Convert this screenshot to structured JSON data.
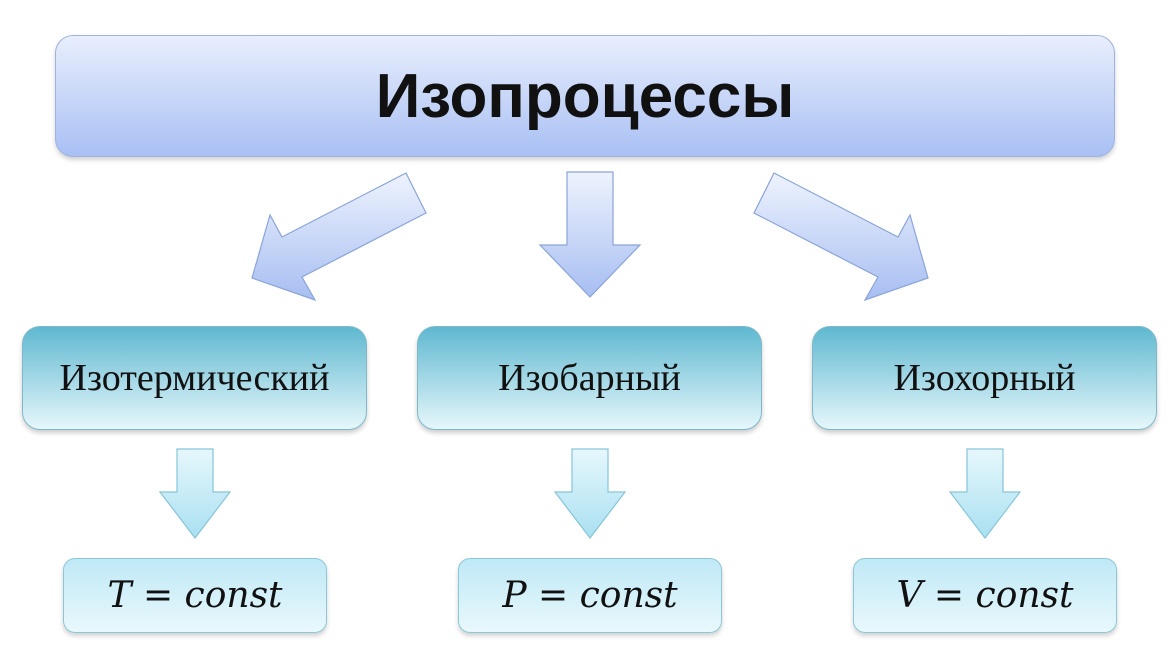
{
  "title": "Изопроцессы",
  "processes": [
    {
      "name": "Изотермический",
      "formula": "T = const"
    },
    {
      "name": "Изобарный",
      "formula": "P = const"
    },
    {
      "name": "Изохорный",
      "formula": "V = const"
    }
  ],
  "colors": {
    "top_fill": "#a9c0f4",
    "mid_fill": "#5fb8d0",
    "bottom_fill": "#bfe9f6"
  }
}
